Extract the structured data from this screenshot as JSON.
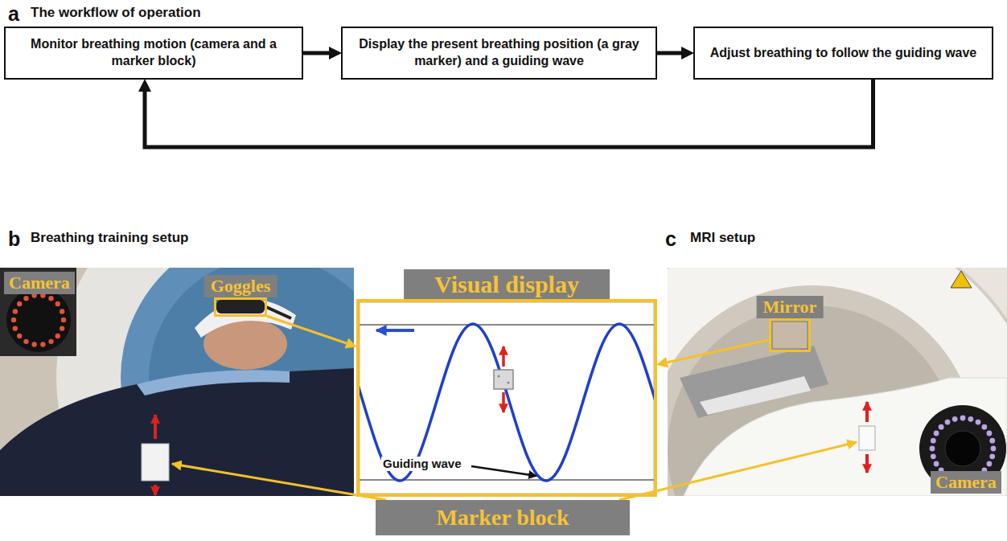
{
  "diagram": {
    "nodes": [
      {
        "text": [
          "Monitor breathing motion (camera and a marker block)"
        ]
      },
      {
        "text": [
          "Display the present breathing position (a gray marker) and a guiding wave"
        ]
      },
      {
        "text": [
          "Adjust breathing to follow the guiding wave"
        ]
      },
      {
        "text": [
          "Goggles"
        ]
      },
      {
        "text": [
          "Visual display"
        ]
      },
      {
        "text": [
          "Mirror"
        ]
      }
    ],
    "edges": [
      {
        "from": 0,
        "to": 1,
        "arrow": "to"
      },
      {
        "from": 1,
        "to": 2,
        "arrow": "to"
      },
      {
        "from": 2,
        "to": 0,
        "arrow": "to"
      },
      {
        "from": 3,
        "to": 4,
        "arrow": "to"
      },
      {
        "from": 5,
        "to": 4,
        "arrow": "to"
      }
    ],
    "labels": [
      "a",
      "The workflow of operation",
      "b",
      "Breathing training setup",
      "c",
      "MRI setup",
      "Camera",
      "Camera",
      "Guiding wave",
      "Marker block"
    ]
  }
}
